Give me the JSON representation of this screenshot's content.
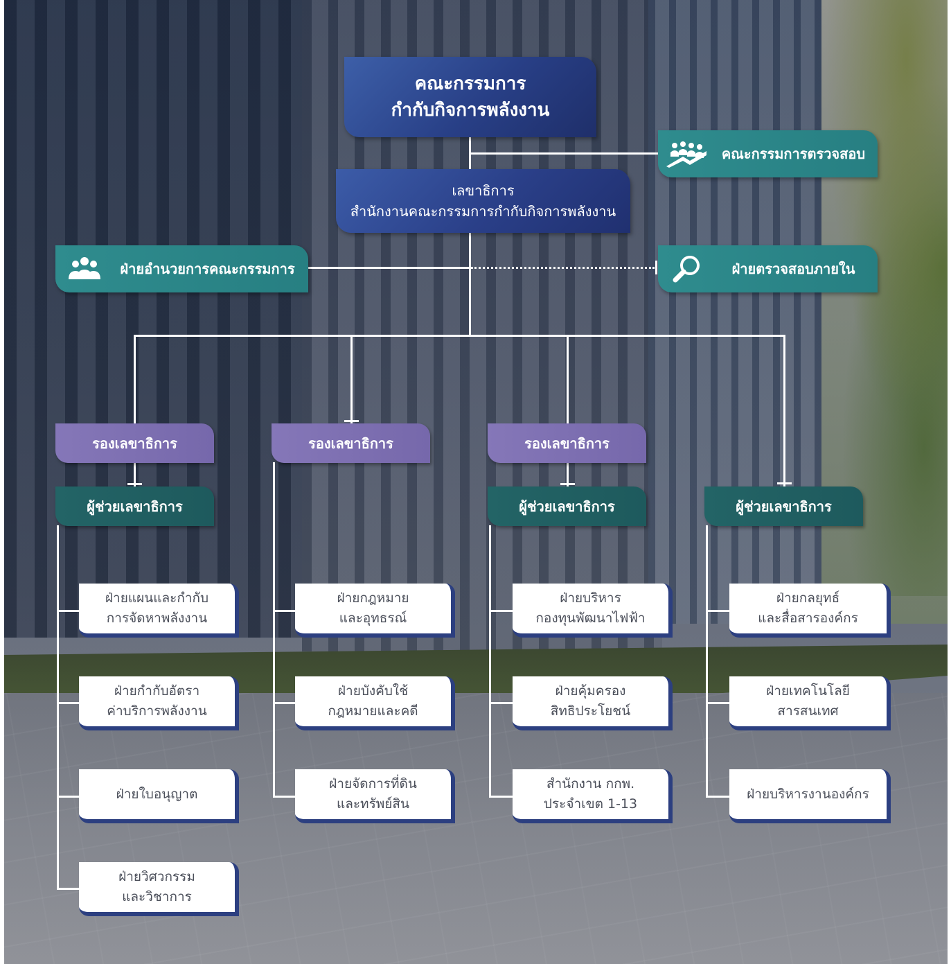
{
  "board": {
    "line1": "คณะกรรมการ",
    "line2": "กำกับกิจการพลังงาน"
  },
  "audit_committee": {
    "label": "คณะกรรมการตรวจสอบ",
    "icon": "people-chart-icon"
  },
  "secretary_general": {
    "line1": "เลขาธิการ",
    "line2": "สำนักงานคณะกรรมการกำกับกิจการพลังงาน"
  },
  "commission_affairs": {
    "label": "ฝ่ายอำนวยการคณะกรรมการ",
    "icon": "group-icon"
  },
  "internal_audit": {
    "label": "ฝ่ายตรวจสอบภายใน",
    "icon": "magnifier-icon"
  },
  "columns": [
    {
      "deputy": "รองเลขาธิการ",
      "assistant": "ผู้ช่วยเลขาธิการ",
      "units": [
        {
          "line1": "ฝ่ายแผนและกำกับ",
          "line2": "การจัดหาพลังงาน"
        },
        {
          "line1": "ฝ่ายกำกับอัตรา",
          "line2": "ค่าบริการพลังงาน"
        },
        {
          "line1": "ฝ่ายใบอนุญาต",
          "line2": ""
        },
        {
          "line1": "ฝ่ายวิศวกรรม",
          "line2": "และวิชาการ"
        }
      ]
    },
    {
      "deputy": "รองเลขาธิการ",
      "assistant": "",
      "units": [
        {
          "line1": "ฝ่ายกฎหมาย",
          "line2": "และอุทธรณ์"
        },
        {
          "line1": "ฝ่ายบังคับใช้",
          "line2": "กฎหมายและคดี"
        },
        {
          "line1": "ฝ่ายจัดการที่ดิน",
          "line2": "และทรัพย์สิน"
        }
      ]
    },
    {
      "deputy": "รองเลขาธิการ",
      "assistant": "ผู้ช่วยเลขาธิการ",
      "units": [
        {
          "line1": "ฝ่ายบริหาร",
          "line2": "กองทุนพัฒนาไฟฟ้า"
        },
        {
          "line1": "ฝ่ายคุ้มครอง",
          "line2": "สิทธิประโยชน์"
        },
        {
          "line1": "สำนักงาน กกพ.",
          "line2": "ประจำเขต 1-13"
        }
      ]
    },
    {
      "deputy": "",
      "assistant": "ผู้ช่วยเลขาธิการ",
      "units": [
        {
          "line1": "ฝ่ายกลยุทธ์",
          "line2": "และสื่อสารองค์กร"
        },
        {
          "line1": "ฝ่ายเทคโนโลยี",
          "line2": "สารสนเทศ"
        },
        {
          "line1": "ฝ่ายบริหารงานองค์กร",
          "line2": ""
        }
      ]
    }
  ]
}
